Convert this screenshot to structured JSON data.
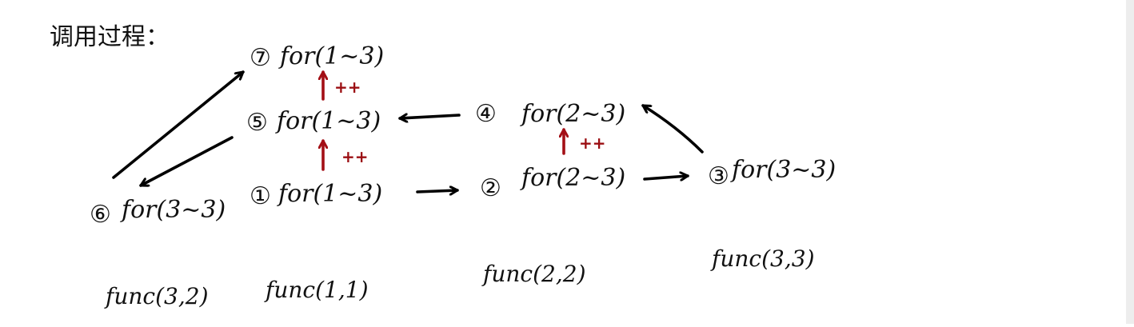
{
  "title": "调用过程：",
  "nodes": {
    "n1": {
      "marker": "①",
      "label": "for(1~3)"
    },
    "n2": {
      "marker": "②",
      "label": "for(2~3)"
    },
    "n3": {
      "marker": "③",
      "label": "for(3~3)"
    },
    "n4": {
      "marker": "④",
      "label": "for(2~3)"
    },
    "n5": {
      "marker": "⑤",
      "label": "for(1~3)"
    },
    "n6": {
      "marker": "⑥",
      "label": "for(3~3)"
    },
    "n7": {
      "marker": "⑦",
      "label": "for(1~3)"
    }
  },
  "increments": {
    "inc_1_to_5": "++",
    "inc_5_to_7": "++",
    "inc_2_to_4": "++"
  },
  "functions": {
    "f1": "func(3,2)",
    "f2": "func(1,1)",
    "f3": "func(2,2)",
    "f4": "func(3,3)"
  },
  "colors": {
    "ink": "#111111",
    "accent": "#a30f16",
    "border": "#ededed"
  }
}
